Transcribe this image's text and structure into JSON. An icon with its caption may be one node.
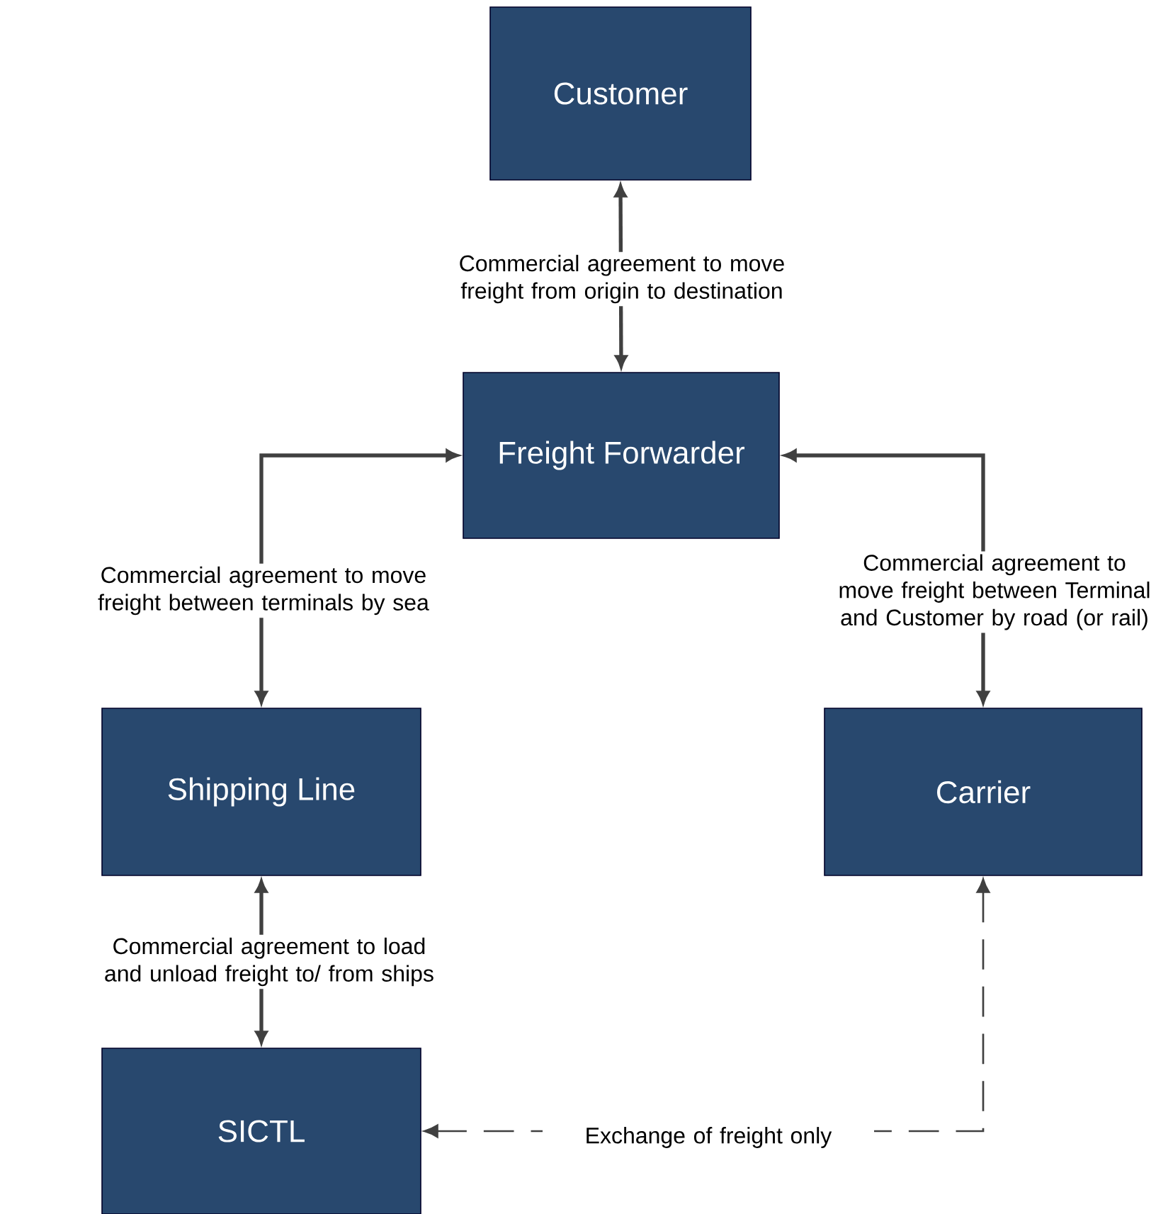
{
  "diagram": {
    "nodes": [
      {
        "text": [
          "Customer"
        ]
      },
      {
        "text": [
          "Freight Forwarder"
        ]
      },
      {
        "text": [
          "Shipping Line"
        ]
      },
      {
        "text": [
          "Carrier"
        ]
      },
      {
        "text": [
          "SICTL"
        ]
      }
    ],
    "edges": [
      {
        "from": 0,
        "to": 1,
        "arrow": "both",
        "label": "Commercial agreement to move freight from origin to destination"
      },
      {
        "from": 1,
        "to": 2,
        "arrow": "both",
        "label": "Commercial agreement to move freight between terminals by sea"
      },
      {
        "from": 1,
        "to": 3,
        "arrow": "both",
        "label": "Commercial agreement to move freight between Terminal and Customer by road (or rail)"
      },
      {
        "from": 2,
        "to": 4,
        "arrow": "both",
        "label": "Commercial agreement to load and unload freight to/ from ships"
      },
      {
        "from": 3,
        "to": 4,
        "arrow": "both",
        "style": "dashed",
        "label": "Exchange of freight only"
      }
    ]
  }
}
